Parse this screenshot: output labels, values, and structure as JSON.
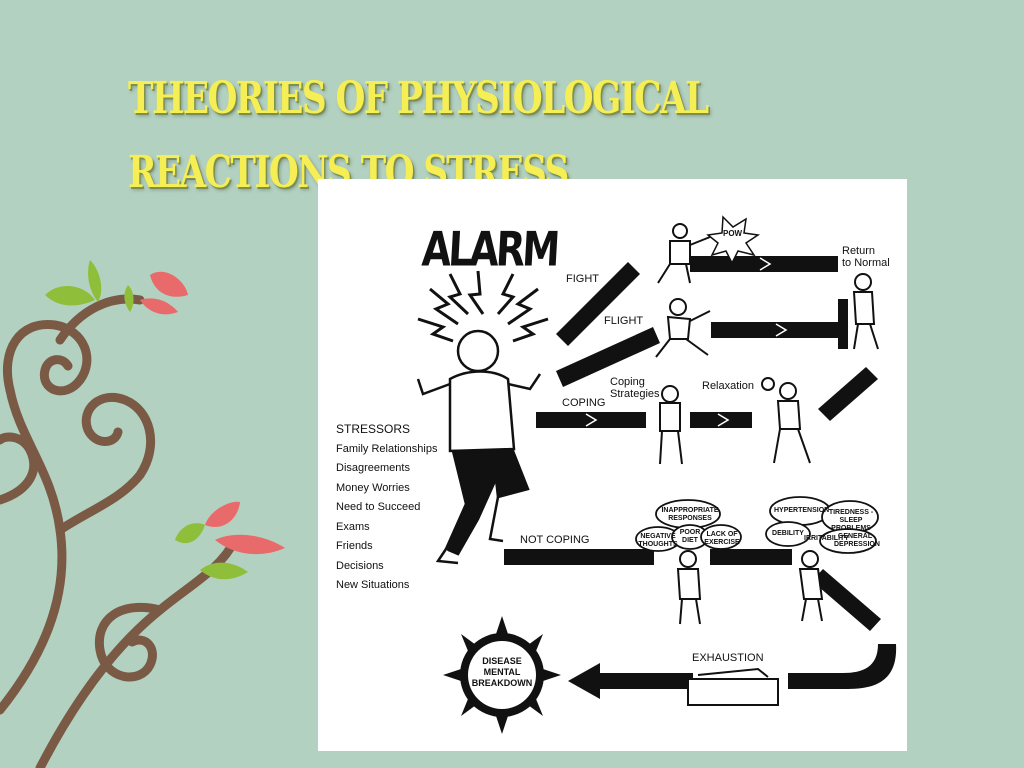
{
  "slide": {
    "title": "THEORIES OF PHYSIOLOGICAL REACTIONS TO STRESS"
  },
  "diagram": {
    "alarm": "ALARM",
    "fight": "FIGHT",
    "pow": "POW",
    "return_to_normal": [
      "Return",
      "to Normal"
    ],
    "flight": "FLIGHT",
    "coping": "COPING",
    "coping_strategies": [
      "Coping",
      "Strategies"
    ],
    "relaxation": "Relaxation",
    "not_coping": "NOT COPING",
    "exhaustion": "EXHAUSTION",
    "outcome": [
      "DISEASE",
      "MENTAL",
      "BREAKDOWN"
    ],
    "stressors": {
      "heading": "STRESSORS",
      "items": [
        "Family Relationships",
        "Disagreements",
        "Money Worries",
        "Need to Succeed",
        "Exams",
        "Friends",
        "Decisions",
        "New Situations"
      ]
    },
    "clouds_left": [
      "INAPPROPRIATE RESPONSES",
      "NEGATIVE THOUGHTS",
      "POOR DIET",
      "LACK OF EXERCISE"
    ],
    "clouds_right": [
      "HYPERTENSION",
      "TIREDNESS - SLEEP PROBLEMS",
      "DEBILITY",
      "IRRITABILITY",
      "GENERAL DEPRESSION"
    ]
  },
  "colors": {
    "background": "#b3d1c1",
    "title": "#f6ee55",
    "vine": "#7a5a45",
    "leaf_green": "#8fbf3a",
    "leaf_pink": "#e86a6a"
  }
}
